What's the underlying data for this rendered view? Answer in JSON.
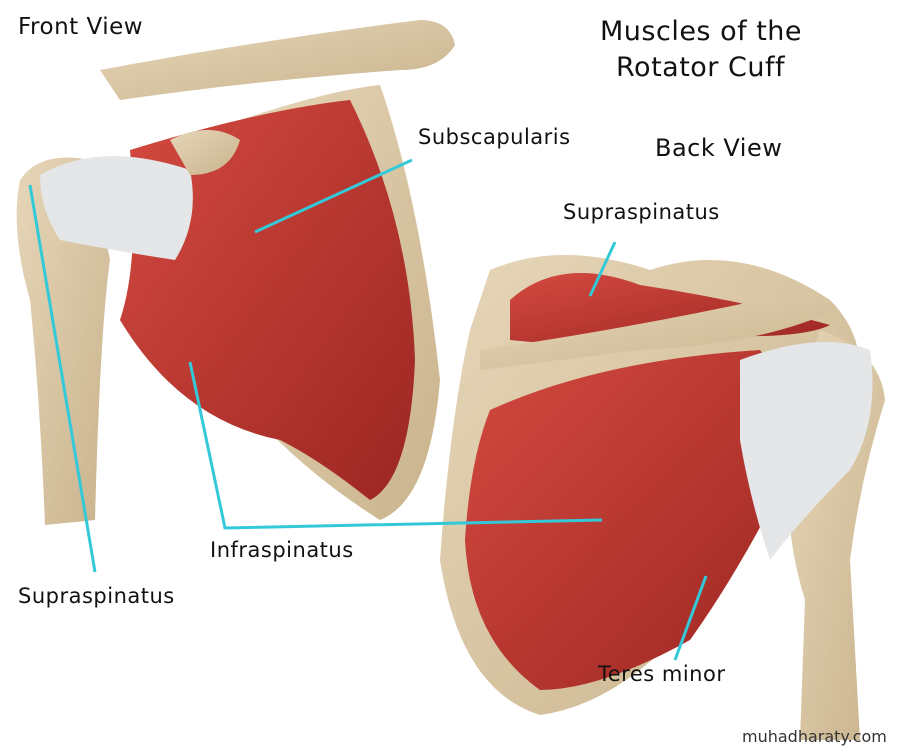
{
  "title": {
    "line1": "Muscles of the",
    "line2": "Rotator Cuff"
  },
  "views": {
    "front": "Front View",
    "back": "Back View"
  },
  "labels": {
    "subscapularis": "Subscapularis",
    "supraspinatus_back": "Supraspinatus",
    "infraspinatus": "Infraspinatus",
    "supraspinatus_front": "Supraspinatus",
    "teres_minor": "Teres minor"
  },
  "watermark": "muhadharaty.com",
  "colors": {
    "leader": "#33c9d9",
    "muscle": "#b8322d",
    "bone": "#d9c6a3",
    "tendon": "#e4e6e8"
  }
}
